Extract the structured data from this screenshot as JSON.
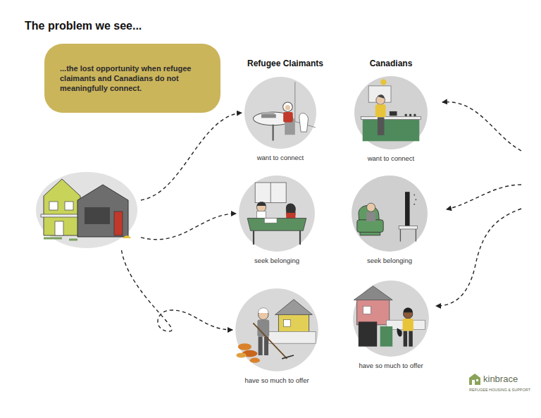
{
  "diagram": {
    "title": "The problem we see...",
    "nodes": [
      {
        "text": [
          "...the lost opportunity when refugee claimants and Canadians do not meaningfully connect."
        ]
      },
      {
        "text": []
      },
      {
        "text": [
          "want to connect"
        ]
      },
      {
        "text": [
          "want to connect"
        ]
      },
      {
        "text": [
          "seek belonging"
        ]
      },
      {
        "text": [
          "seek belonging"
        ]
      },
      {
        "text": [
          "have so much to offer"
        ]
      },
      {
        "text": [
          "have so much to offer"
        ]
      }
    ],
    "edges": [
      {
        "from": 1,
        "to": 2,
        "arrow": "to"
      },
      {
        "from": 1,
        "to": 4,
        "arrow": "to"
      },
      {
        "from": 1,
        "to": 6,
        "arrow": "to"
      }
    ],
    "labels": [
      "Refugee Claimants",
      "Canadians",
      "kinbrace",
      "REFUGEE HOUSING & SUPPORT"
    ]
  }
}
